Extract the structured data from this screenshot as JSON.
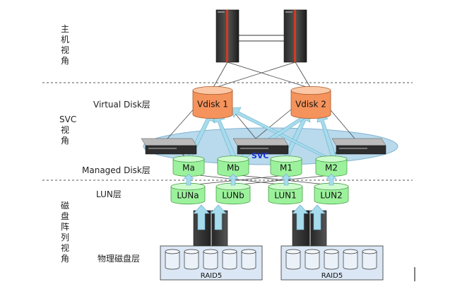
{
  "views": {
    "host": [
      "主",
      "机",
      "视",
      "角"
    ],
    "svc": [
      "SVC",
      "视",
      "角"
    ],
    "array": [
      "磁",
      "盘",
      "阵",
      "列",
      "视",
      "角"
    ]
  },
  "layers": {
    "virtual_disk": "Virtual Disk层",
    "managed_disk": "Managed Disk层",
    "lun": "LUN层",
    "physical": "物理磁盘层"
  },
  "vdisks": [
    "Vdisk 1",
    "Vdisk 2"
  ],
  "svc_label": "SVC",
  "mdisks": [
    "Ma",
    "Mb",
    "M1",
    "M2"
  ],
  "luns": [
    "LUNa",
    "LUNb",
    "LUN1",
    "LUN2"
  ],
  "raid_groups": [
    "RAID5",
    "RAID5"
  ],
  "colors": {
    "vdisk": "#f5935c",
    "vdisk_top": "#fbc7a4",
    "green": "#9cf29c",
    "green_top": "#cffccf",
    "raid_bg": "#dbe7f4",
    "ellipse": "#b9d9ec",
    "svc_text": "#1a33d6",
    "arrow": "#a6dcec"
  }
}
